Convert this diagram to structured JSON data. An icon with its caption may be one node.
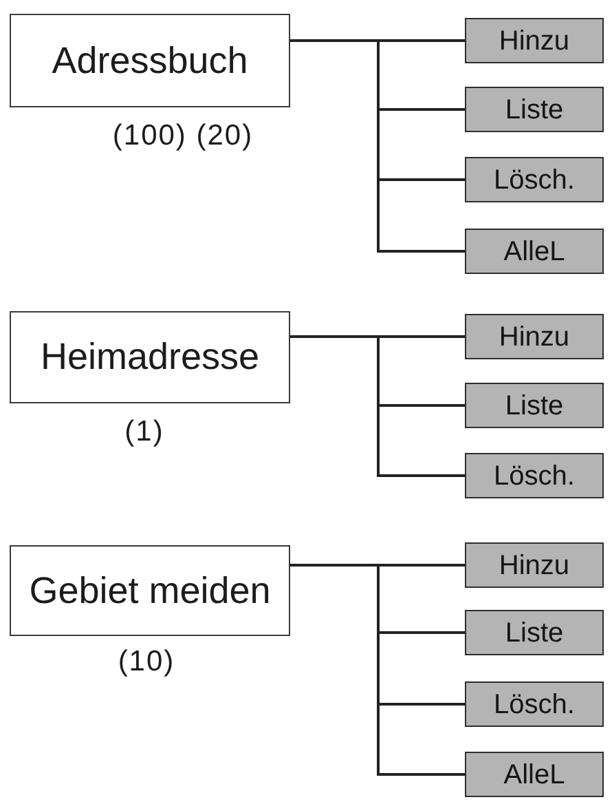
{
  "diagram": {
    "nodes": [
      {
        "text": [
          "Adressbuch"
        ],
        "beside": [
          "(100) (20)"
        ]
      },
      {
        "text": [
          "Hinzu"
        ]
      },
      {
        "text": [
          "Liste"
        ]
      },
      {
        "text": [
          "Lösch."
        ]
      },
      {
        "text": [
          "AlleL"
        ]
      },
      {
        "text": [
          "Heimadresse"
        ],
        "beside": [
          "(1)"
        ]
      },
      {
        "text": [
          "Hinzu"
        ]
      },
      {
        "text": [
          "Liste"
        ]
      },
      {
        "text": [
          "Lösch."
        ]
      },
      {
        "text": [
          "Gebiet meiden"
        ],
        "beside": [
          "(10)"
        ]
      },
      {
        "text": [
          "Hinzu"
        ]
      },
      {
        "text": [
          "Liste"
        ]
      },
      {
        "text": [
          "Lösch."
        ]
      },
      {
        "text": [
          "AlleL"
        ]
      }
    ],
    "edges": [
      {
        "from": 0,
        "to": 1,
        "arrow": "none"
      },
      {
        "from": 0,
        "to": 2,
        "arrow": "none"
      },
      {
        "from": 0,
        "to": 3,
        "arrow": "none"
      },
      {
        "from": 0,
        "to": 4,
        "arrow": "none"
      },
      {
        "from": 5,
        "to": 6,
        "arrow": "none"
      },
      {
        "from": 5,
        "to": 7,
        "arrow": "none"
      },
      {
        "from": 5,
        "to": 8,
        "arrow": "none"
      },
      {
        "from": 9,
        "to": 10,
        "arrow": "none"
      },
      {
        "from": 9,
        "to": 11,
        "arrow": "none"
      },
      {
        "from": 9,
        "to": 12,
        "arrow": "none"
      },
      {
        "from": 9,
        "to": 13,
        "arrow": "none"
      }
    ]
  }
}
